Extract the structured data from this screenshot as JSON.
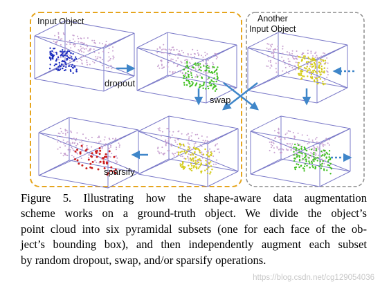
{
  "figure": {
    "input_label": "Input Object",
    "another_label_line1": "Another",
    "another_label_line2": "Input Object",
    "ops": {
      "dropout": "dropout",
      "swap": "swap",
      "sparsify": "sparsify"
    },
    "colors": {
      "left_frame": "#e6a51e",
      "right_frame": "#8c8c8c",
      "arrow": "#3f86c9",
      "box_edge": "#7a79c8",
      "points_original": "#c7a0d0",
      "points_dropout_subset": "#1f2fbf",
      "points_green": "#3fbf1f",
      "points_yellow": "#d4cc1a",
      "points_red": "#cc1f1f"
    }
  },
  "caption": {
    "lines": [
      "Figure 5. Illustrating how the shape-aware data augmentation",
      "scheme works on a ground-truth object.  We divide the object’s",
      "point cloud into six pyramidal subsets (one for each face of the ob-",
      "ject’s bounding box), and then independently augment each subset",
      "by random dropout, swap, and/or sparsify operations."
    ]
  },
  "watermark": "https://blog.csdn.net/cg129054036"
}
